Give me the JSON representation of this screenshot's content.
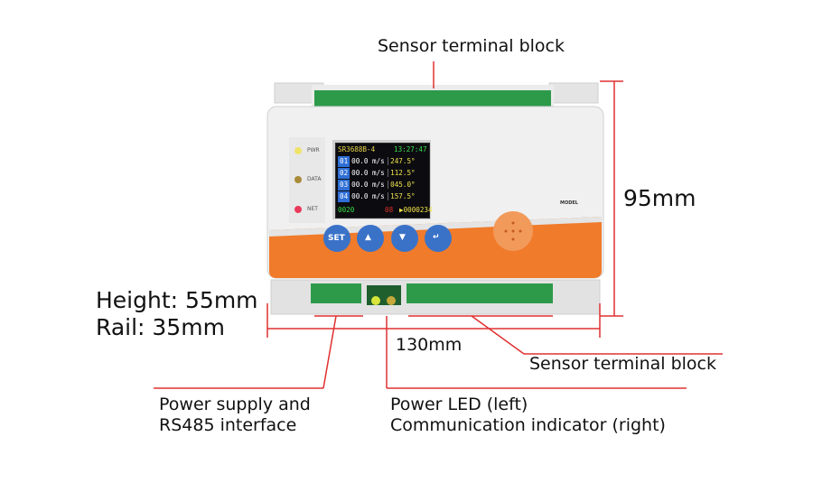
{
  "labels": {
    "sensor_top": "Sensor terminal block",
    "width_dim": "95mm",
    "height": "Height: 55mm",
    "rail": "Rail: 35mm",
    "length_dim": "130mm",
    "sensor_bottom": "Sensor terminal block",
    "power_1": "Power supply and",
    "power_2": "RS485 interface",
    "led_1": "Power LED (left)",
    "led_2": "Communication indicator (right)"
  },
  "device": {
    "leds": {
      "pwr": "PWR",
      "data": "DATA",
      "net": "NET"
    },
    "buttons": {
      "set": "SET",
      "up": "▲",
      "down": "▼",
      "enter": "↵"
    },
    "model": "MODEL",
    "screen": {
      "title": "SR3688B-4",
      "time": "13:27:47",
      "rows": [
        {
          "ch": "01",
          "speed": "00.0 m/s",
          "dir": "247.5°"
        },
        {
          "ch": "02",
          "speed": "00.0 m/s",
          "dir": "112.5°"
        },
        {
          "ch": "03",
          "speed": "00.0 m/s",
          "dir": "045.0°"
        },
        {
          "ch": "04",
          "speed": "00.0 m/s",
          "dir": "157.5°"
        }
      ],
      "footer_left": "0020",
      "footer_mid": "08",
      "footer_right": "▶0000234"
    }
  },
  "colors": {
    "leader": "#e03030",
    "orange": "#f07b2a",
    "blue": "#2f6fd6"
  }
}
